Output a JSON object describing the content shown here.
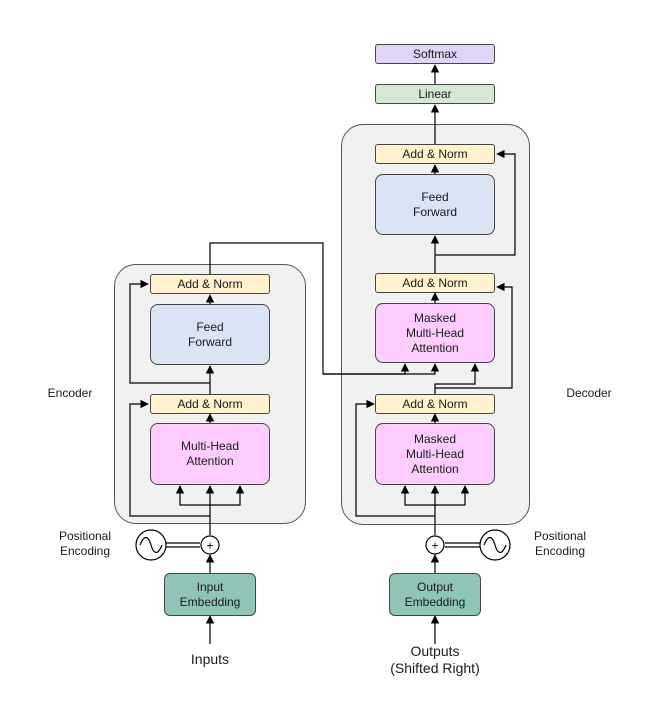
{
  "encoder": {
    "label": "Encoder",
    "add_norm_top": "Add & Norm",
    "feed_forward": "Feed\nForward",
    "add_norm_bottom": "Add & Norm",
    "attention": "Multi-Head\nAttention",
    "embedding": "Input\nEmbedding",
    "input_label": "Inputs",
    "positional_encoding": "Positional\nEncoding"
  },
  "decoder": {
    "label": "Decoder",
    "add_norm_top": "Add & Norm",
    "feed_forward": "Feed\nForward",
    "add_norm_middle": "Add & Norm",
    "attention_middle": "Masked\nMulti-Head\nAttention",
    "add_norm_bottom": "Add & Norm",
    "attention_bottom": "Masked\nMulti-Head\nAttention",
    "embedding": "Output\nEmbedding",
    "output_label": "Outputs\n(Shifted Right)",
    "positional_encoding": "Positional\nEncoding"
  },
  "head": {
    "linear": "Linear",
    "softmax": "Softmax"
  },
  "symbols": {
    "plus": "+",
    "sine": "sine-wave-icon"
  }
}
